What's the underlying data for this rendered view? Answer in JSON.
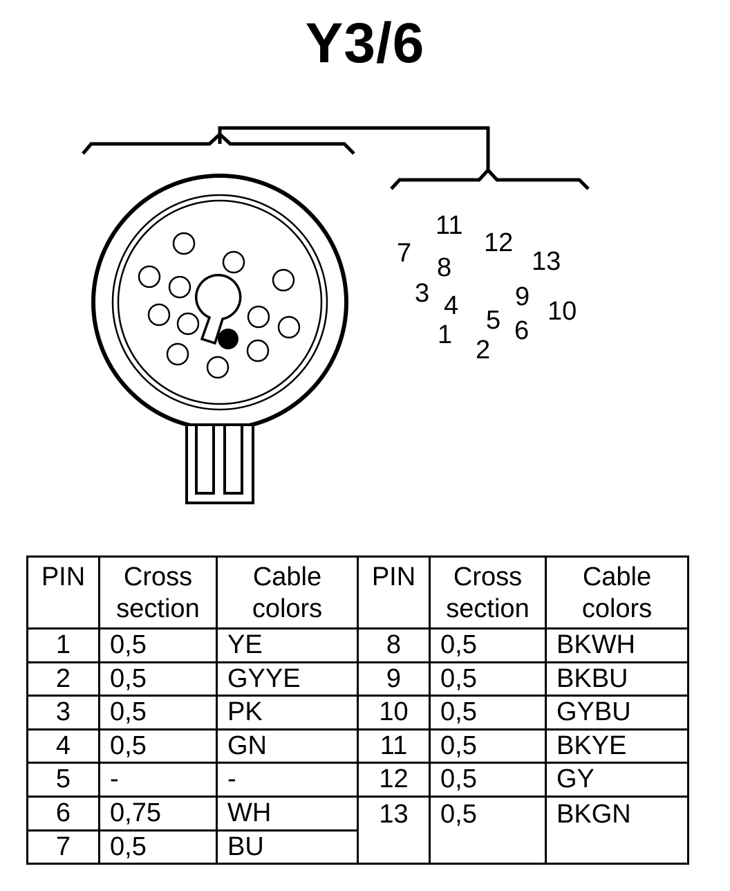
{
  "title": "Y3/6",
  "pin_labels": {
    "p1": "1",
    "p2": "2",
    "p3": "3",
    "p4": "4",
    "p5": "5",
    "p6": "6",
    "p7": "7",
    "p8": "8",
    "p9": "9",
    "p10": "10",
    "p11": "11",
    "p12": "12",
    "p13": "13"
  },
  "table": {
    "headers": {
      "pin": "PIN",
      "cross_1": "Cross",
      "cross_2": "section",
      "cable_1": "Cable",
      "cable_2": "colors"
    },
    "left": [
      {
        "pin": "1",
        "cross": "0,5",
        "color": "YE"
      },
      {
        "pin": "2",
        "cross": "0,5",
        "color": "GYYE"
      },
      {
        "pin": "3",
        "cross": "0,5",
        "color": "PK"
      },
      {
        "pin": "4",
        "cross": "0,5",
        "color": "GN"
      },
      {
        "pin": "5",
        "cross": "-",
        "color": "-"
      },
      {
        "pin": "6",
        "cross": "0,75",
        "color": "WH"
      },
      {
        "pin": "7",
        "cross": "0,5",
        "color": "BU"
      }
    ],
    "right": [
      {
        "pin": "8",
        "cross": "0,5",
        "color": "BKWH"
      },
      {
        "pin": "9",
        "cross": "0,5",
        "color": "BKBU"
      },
      {
        "pin": "10",
        "cross": "0,5",
        "color": "GYBU"
      },
      {
        "pin": "11",
        "cross": "0,5",
        "color": "BKYE"
      },
      {
        "pin": "12",
        "cross": "0,5",
        "color": "GY"
      },
      {
        "pin": "13",
        "cross": "0,5",
        "color": "BKGN"
      }
    ]
  }
}
